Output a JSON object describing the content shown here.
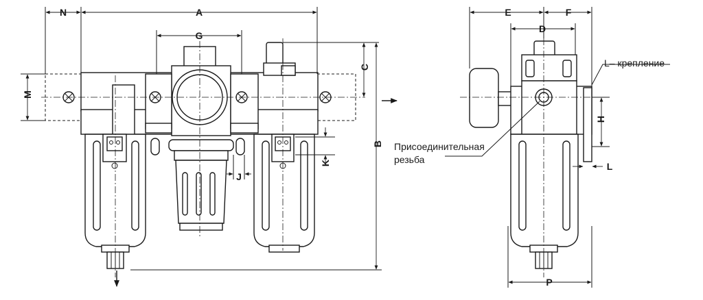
{
  "dimensions": {
    "A": "A",
    "B": "B",
    "C": "C",
    "D": "D",
    "E": "E",
    "F": "F",
    "G": "G",
    "H": "H",
    "J": "J",
    "K": "K",
    "L": "L",
    "M": "M",
    "N": "N",
    "P": "P"
  },
  "callouts": {
    "mount": "L– крепление",
    "thread_line1": "Присоединительная",
    "thread_line2": "резьба"
  },
  "colors": {
    "line": "#1a1a1a",
    "background": "#ffffff"
  }
}
